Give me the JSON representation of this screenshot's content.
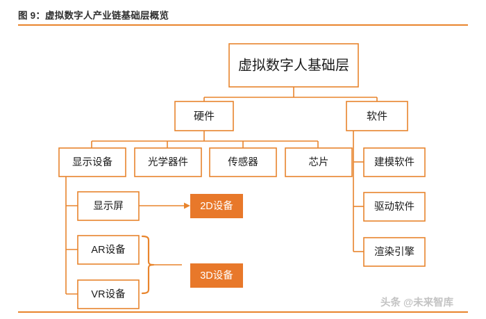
{
  "header": {
    "title": "图 9：虚拟数字人产业链基础层概览",
    "accent_color": "#E8842C",
    "rule_color": "#E8842C"
  },
  "watermark": {
    "text": "头条 @未来智库",
    "color": "#b9b9b9"
  },
  "colors": {
    "box_border": "#E8842C",
    "box_fill": "#ffffff",
    "highlight_fill": "#E8782A",
    "highlight_text": "#ffffff",
    "text": "#1a1a1a",
    "connector": "#E8842C"
  },
  "diagram": {
    "type": "tree",
    "root": {
      "id": "root",
      "label": "虚拟数字人基础层"
    },
    "level2": [
      {
        "id": "hardware",
        "label": "硬件"
      },
      {
        "id": "software",
        "label": "软件"
      }
    ],
    "hardware_children": [
      {
        "id": "display-device",
        "label": "显示设备"
      },
      {
        "id": "optical-component",
        "label": "光学器件"
      },
      {
        "id": "sensor",
        "label": "传感器"
      },
      {
        "id": "chip",
        "label": "芯片"
      }
    ],
    "software_children": [
      {
        "id": "modeling-software",
        "label": "建模软件"
      },
      {
        "id": "driver-software",
        "label": "驱动软件"
      },
      {
        "id": "render-engine",
        "label": "渲染引擎"
      }
    ],
    "display_children": [
      {
        "id": "screen",
        "label": "显示屏"
      },
      {
        "id": "ar-device",
        "label": "AR设备"
      },
      {
        "id": "vr-device",
        "label": "VR设备"
      }
    ],
    "outputs": [
      {
        "id": "2d-device",
        "label": "2D设备",
        "from": [
          "screen"
        ],
        "style": "filled"
      },
      {
        "id": "3d-device",
        "label": "3D设备",
        "from": [
          "ar-device",
          "vr-device"
        ],
        "style": "filled"
      }
    ]
  }
}
